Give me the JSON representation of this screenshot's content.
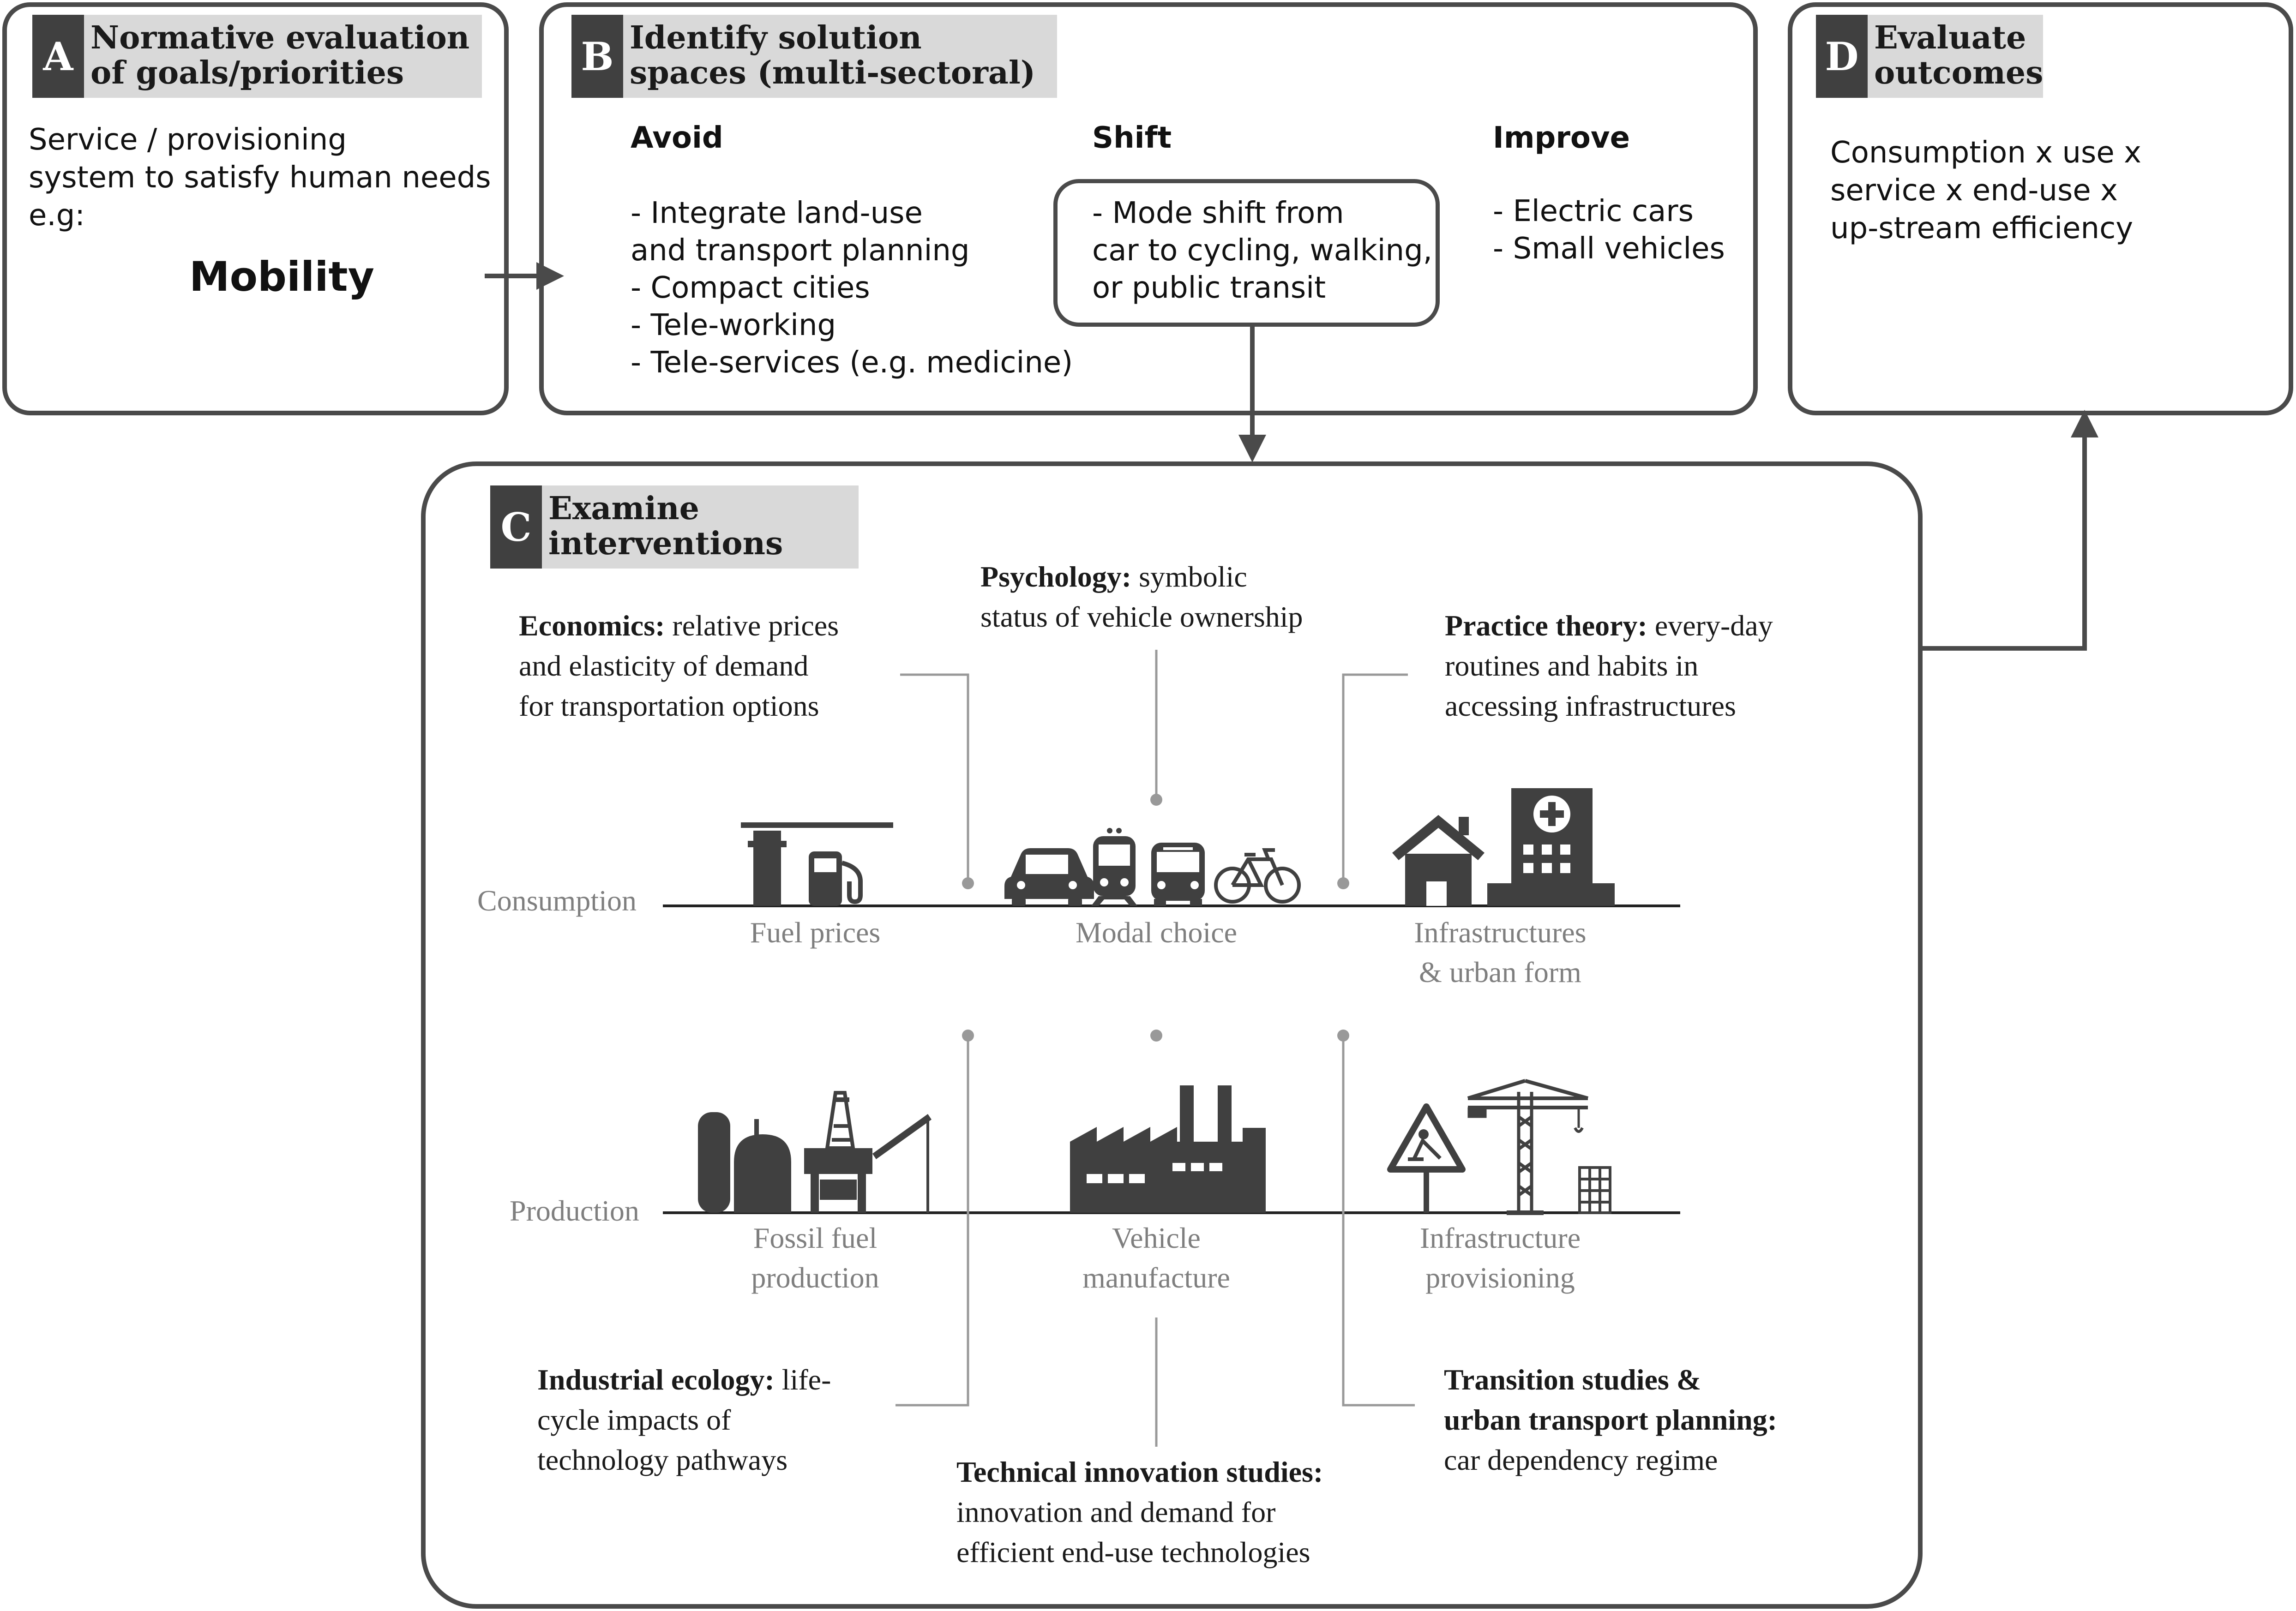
{
  "box_a": {
    "letter": "A",
    "title": "Normative evaluation\nof goals/priorities",
    "body": "Service / provisioning\nsystem to satisfy human needs\ne.g:",
    "highlight": "Mobility"
  },
  "box_b": {
    "letter": "B",
    "title": "Identify solution\nspaces (multi-sectoral)",
    "columns": [
      {
        "heading": "Avoid",
        "items": "- Integrate land-use\nand transport planning\n- Compact cities\n- Tele-working\n- Tele-services (e.g. medicine)"
      },
      {
        "heading": "Shift",
        "items": "- Mode shift from\ncar to cycling, walking,\nor public transit"
      },
      {
        "heading": "Improve",
        "items": "- Electric cars\n- Small vehicles"
      }
    ]
  },
  "box_d": {
    "letter": "D",
    "title": "Evaluate\noutcomes",
    "body": "Consumption x use x\nservice x end-use x\nup-stream efficiency"
  },
  "box_c": {
    "letter": "C",
    "title": "Examine\ninterventions",
    "rows": {
      "consumption": "Consumption",
      "production": "Production"
    },
    "consumption_items": [
      "Fuel prices",
      "Modal choice",
      "Infrastructures\n& urban form"
    ],
    "production_items": [
      "Fossil fuel\nproduction",
      "Vehicle\nmanufacture",
      "Infrastructure\nprovisioning"
    ],
    "disciplines": {
      "economics": {
        "label": "Economics:",
        "text": " relative prices\nand elasticity of demand\nfor transportation options"
      },
      "psychology": {
        "label": "Psychology:",
        "text": " symbolic\nstatus of vehicle ownership"
      },
      "practice": {
        "label": "Practice theory:",
        "text": " every-day\nroutines and habits in\naccessing infrastructures"
      },
      "industrial": {
        "label": "Industrial ecology:",
        "text": " life-\ncycle impacts of\ntechnology pathways"
      },
      "technical": {
        "label": "Technical innovation studies:",
        "text": "\ninnovation and demand for\nefficient end-use technologies"
      },
      "transition": {
        "label": "Transition studies &\nurban transport planning:",
        "text": "\ncar dependency regime"
      }
    }
  },
  "colors": {
    "border": "#4a4a4a",
    "tag_dark": "#404040",
    "tag_light": "#d9d9d9",
    "guide": "#999999",
    "icon": "#404040"
  }
}
